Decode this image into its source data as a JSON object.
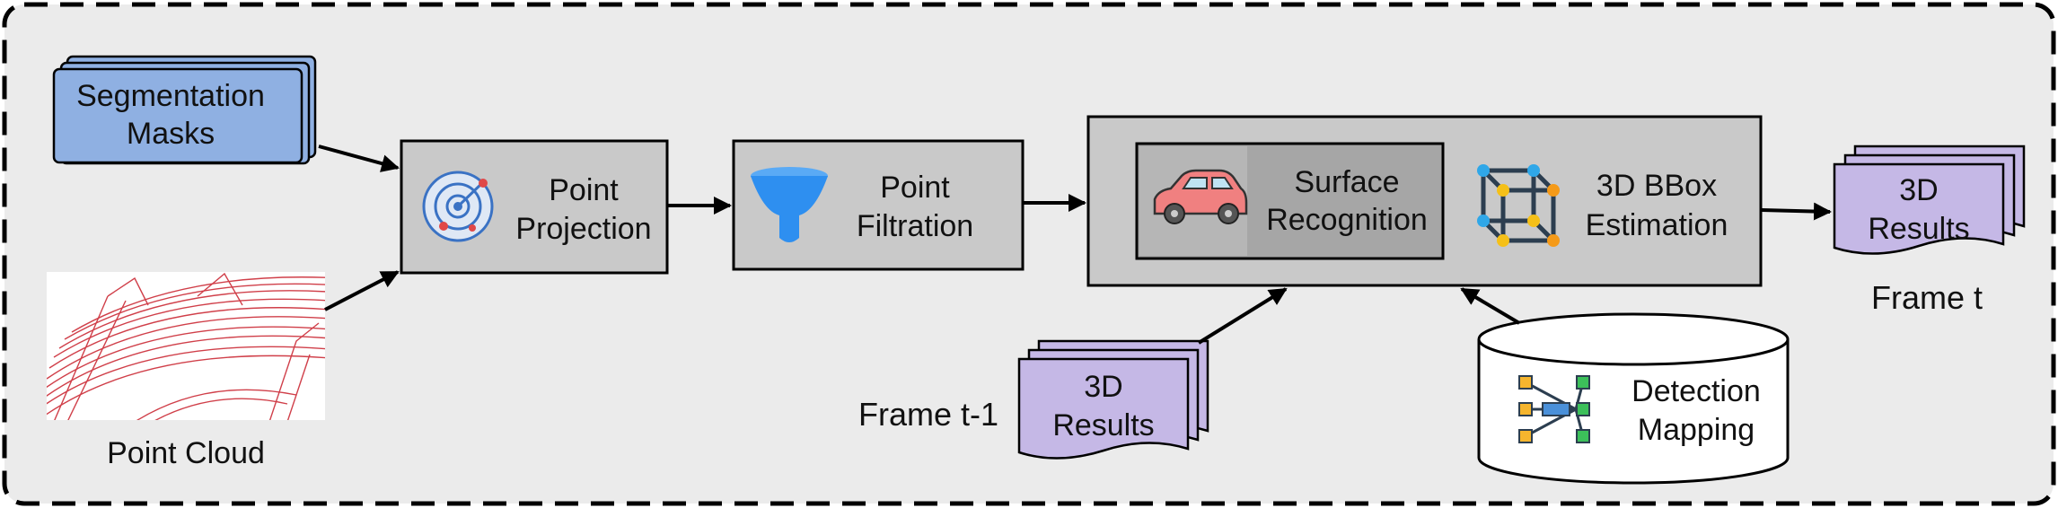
{
  "inputs": {
    "masks": {
      "line1": "Segmentation",
      "line2": "Masks"
    },
    "cloud": {
      "caption": "Point Cloud"
    }
  },
  "stages": {
    "projection": {
      "line1": "Point",
      "line2": "Projection"
    },
    "filtration": {
      "line1": "Point",
      "line2": "Filtration"
    },
    "surface": {
      "line1": "Surface",
      "line2": "Recognition"
    },
    "bbox": {
      "line1": "3D BBox",
      "line2": "Estimation"
    }
  },
  "prev_results": {
    "line1": "3D",
    "line2": "Results",
    "frame": "Frame t-1"
  },
  "detection_mapping": {
    "line1": "Detection",
    "line2": "Mapping"
  },
  "output_results": {
    "line1": "3D",
    "line2": "Results",
    "frame": "Frame t"
  },
  "colors": {
    "frame_bg": "#ebebeb",
    "masks_fill": "#8fb0e2",
    "box_fill": "#c9c9c9",
    "inner_fill": "#a6a6a6",
    "results_fill": "#c5b8e6",
    "filter_blue": "#2e8ff0",
    "car_red": "#f08080"
  },
  "icons": [
    "radar-icon",
    "funnel-icon",
    "car-icon",
    "cube-graph-icon",
    "hierarchy-icon"
  ]
}
